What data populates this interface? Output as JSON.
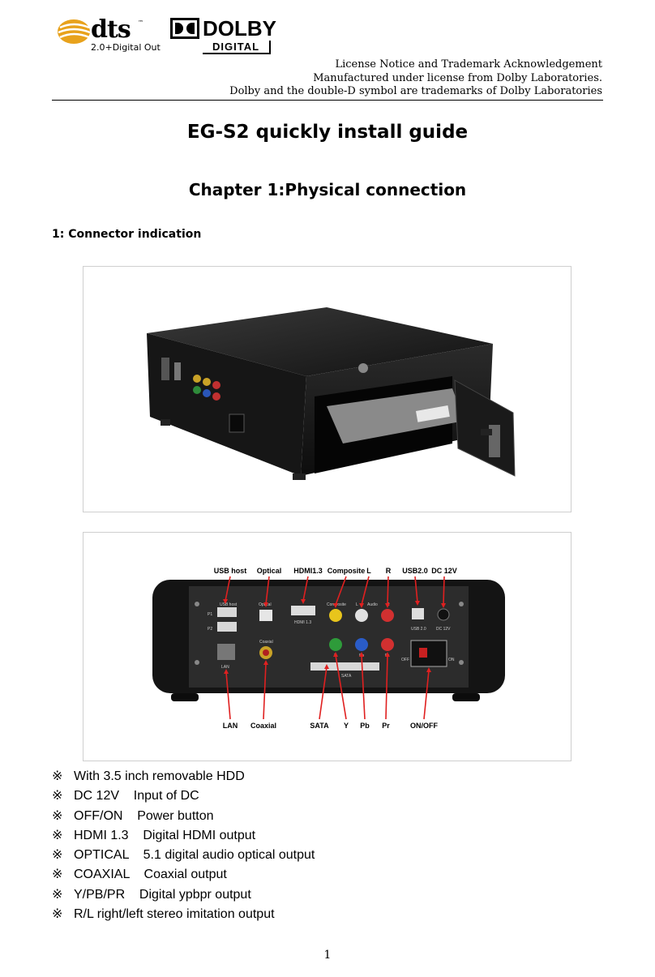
{
  "logos": {
    "dts": {
      "word": "dts",
      "tm": "™",
      "subtitle": "2.0+Digital Out"
    },
    "dolby": {
      "word": "DOLBY",
      "subtitle": "DIGITAL"
    }
  },
  "license_notice": [
    "License Notice and Trademark Acknowledgement",
    "Manufactured under license from Dolby Laboratories.",
    "Dolby and the double-D symbol are trademarks of Dolby Laboratories"
  ],
  "title": "EG-S2 quickly install guide",
  "chapter": "Chapter 1:Physical connection",
  "section": "1: Connector indication",
  "rear_panel": {
    "top_callouts": [
      "USB host",
      "Optical",
      "HDMI1.3",
      "Composite",
      "L",
      "R",
      "USB2.0",
      "DC 12V"
    ],
    "bottom_callouts": [
      "LAN",
      "Coaxial",
      "SATA",
      "Y",
      "Pb",
      "Pr",
      "ON/OFF"
    ],
    "panel_labels": {
      "usb_host": "USB host",
      "p1": "P1",
      "p2": "P2",
      "lan": "LAN",
      "optical": "Optical",
      "coaxial": "Coaxial",
      "hdmi": "HDMI 1.3",
      "composite": "Composite",
      "audio": "Audio",
      "l": "L",
      "r": "R",
      "usb20": "USB 2.0",
      "dc12v": "DC 12V",
      "sata": "SATA",
      "y": "Y",
      "pb": "Pb",
      "pr": "Pr",
      "off": "OFF",
      "on": "ON"
    }
  },
  "features": [
    {
      "mark": "※",
      "text": "With 3.5 inch removable HDD"
    },
    {
      "mark": "※",
      "text": "DC 12V    Input of DC"
    },
    {
      "mark": "※",
      "text": "OFF/ON    Power button"
    },
    {
      "mark": "※",
      "text": "HDMI 1.3    Digital HDMI output"
    },
    {
      "mark": "※",
      "text": "OPTICAL    5.1 digital audio optical output"
    },
    {
      "mark": "※",
      "text": "COAXIAL    Coaxial output"
    },
    {
      "mark": "※",
      "text": "Y/PB/PR    Digital ypbpr output"
    },
    {
      "mark": "※",
      "text": "R/L right/left stereo imitation output"
    }
  ],
  "page_number": "1",
  "colors": {
    "arrow": "#e02020",
    "device": "#1c1c1c",
    "panel": "#2a2a2a"
  }
}
